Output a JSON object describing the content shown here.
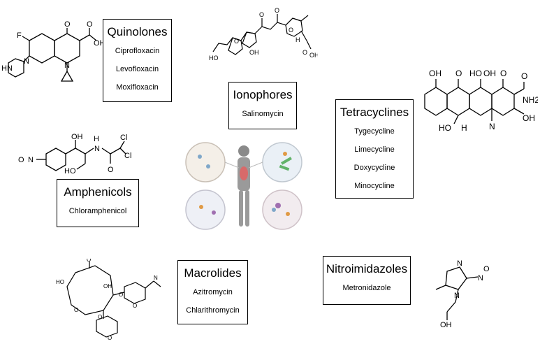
{
  "classes": [
    {
      "key": "quinolones",
      "title": "Quinolones",
      "drugs": [
        "Ciprofloxacin",
        "Levofloxacin",
        "Moxifloxacin"
      ]
    },
    {
      "key": "ionophores",
      "title": "Ionophores",
      "drugs": [
        "Salinomycin"
      ]
    },
    {
      "key": "tetracyclines",
      "title": "Tetracyclines",
      "drugs": [
        "Tygecycline",
        "Limecycline",
        "Doxycycline",
        "Minocycline"
      ]
    },
    {
      "key": "amphenicols",
      "title": "Amphenicols",
      "drugs": [
        "Chloramphenicol"
      ]
    },
    {
      "key": "macrolides",
      "title": "Macrolides",
      "drugs": [
        "Azitromycin",
        "Chlarithromycin"
      ]
    },
    {
      "key": "nitroimidazoles",
      "title": "Nitroimidazoles",
      "drugs": [
        "Metronidazole"
      ]
    }
  ],
  "molecules": {
    "quinolone": [
      "F",
      "O",
      "O",
      "OH",
      "N",
      "HN",
      "N"
    ],
    "salinomycin": [
      "O",
      "O",
      "O",
      "OH",
      "O",
      "H",
      "HO",
      "O",
      "OH"
    ],
    "tetracycline": [
      "OH",
      "O",
      "HO",
      "OH",
      "O",
      "O",
      "NH2",
      "OH",
      "HO",
      "H",
      "N"
    ],
    "chloramphenicol": [
      "OH",
      "H",
      "N",
      "Cl",
      "Cl",
      "O",
      "HO",
      "N",
      "O"
    ],
    "macrolide": [
      "O",
      "HO",
      "OH",
      "N",
      "O",
      "O",
      "O",
      "O",
      "O"
    ],
    "metronidazole": [
      "N",
      "N",
      "N",
      "O",
      "OH"
    ]
  },
  "center_image": {
    "description_icon": "human-microbiome-illustration-icon"
  }
}
